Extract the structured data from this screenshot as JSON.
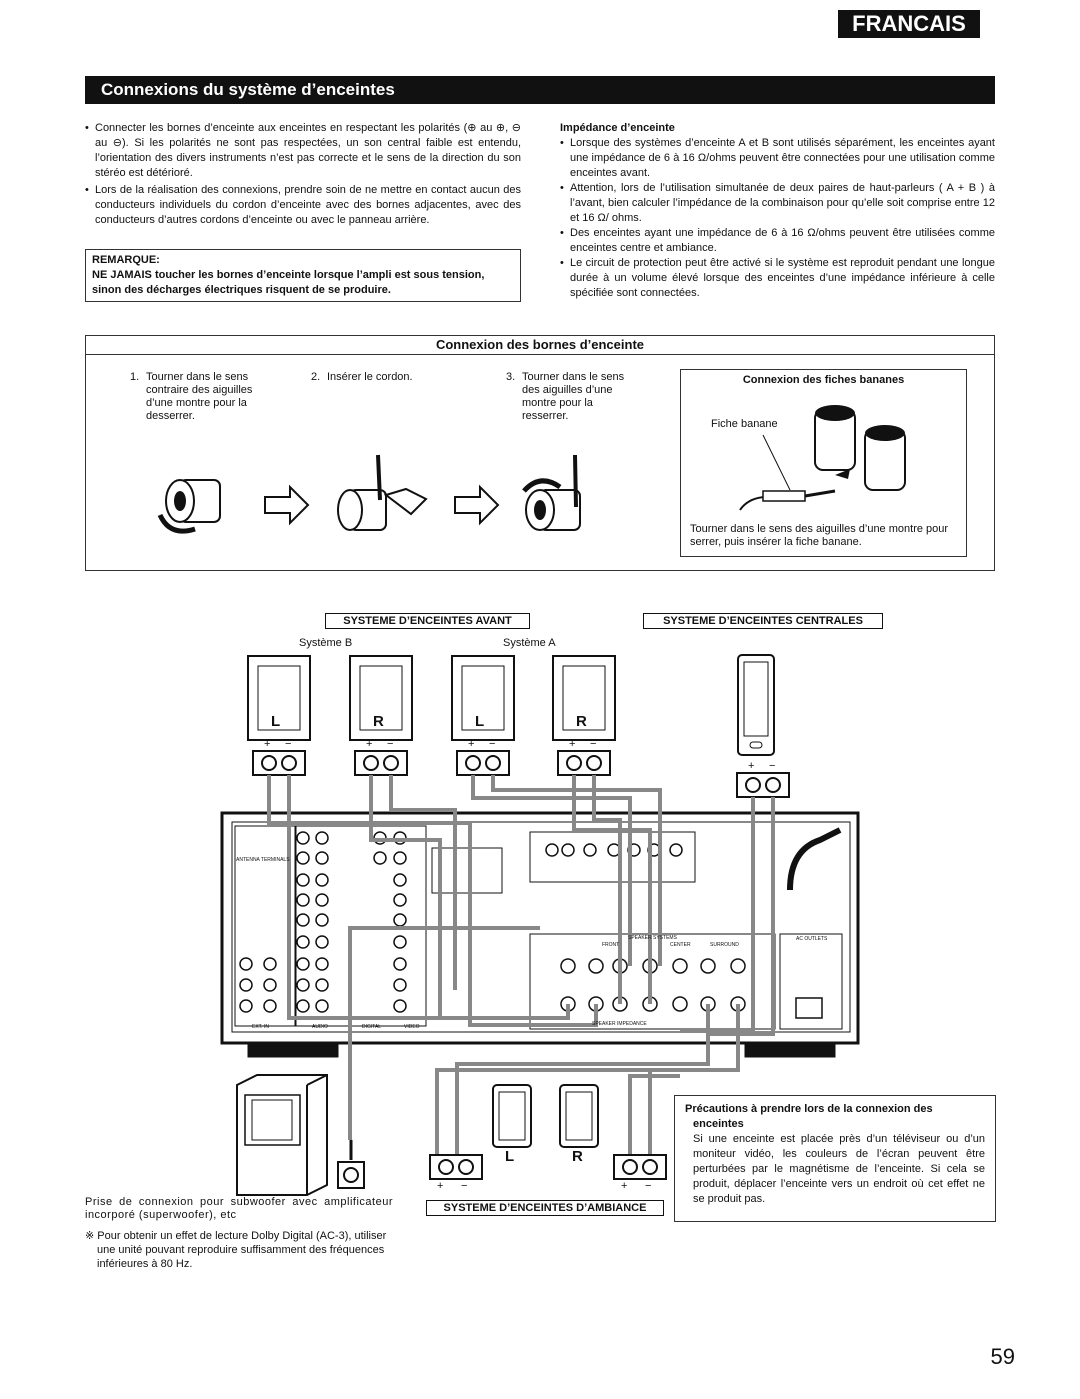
{
  "header": {
    "language_tab": "FRANCAIS",
    "section_title": "Connexions du système d’enceintes"
  },
  "left_column": {
    "bullets": [
      "Connecter les bornes d’enceinte aux enceintes en respectant les polarités (⊕ au ⊕, ⊖ au ⊖). Si les polarités ne sont pas respectées, un son central faible est entendu, l’orientation des divers instruments n’est pas correcte et le sens de la direction du son stéréo est détérioré.",
      "Lors de la réalisation des connexions, prendre soin de ne mettre en contact aucun des conducteurs individuels du cordon d’enceinte avec des bornes adjacentes, avec des conducteurs d’autres cordons d’enceinte ou avec le panneau arrière."
    ],
    "note_title": "REMARQUE:",
    "note_text": "NE JAMAIS toucher les bornes d’enceinte lorsque l’ampli est sous tension, sinon des décharges électriques risquent de se produire."
  },
  "right_column": {
    "heading": "Impédance d’enceinte",
    "bullets": [
      "Lorsque des systèmes d’enceinte A et B sont utilisés séparément, les enceintes ayant une impédance de 6 à 16 Ω/ohms peuvent être connectées pour une utilisation comme enceintes avant.",
      "Attention, lors de l’utilisation simultanée de deux paires de haut-parleurs ( A + B ) à l’avant, bien calculer l’impédance de la combinaison pour qu’elle soit comprise entre 12 et 16 Ω/ ohms.",
      "Des enceintes ayant une impédance de 6 à 16 Ω/ohms peuvent être utilisées comme enceintes centre et ambiance.",
      "Le circuit de protection peut être activé si le système est reproduit pendant une longue durée à un volume élevé lorsque des enceintes d’une impédance inférieure à celle spécifiée sont connectées."
    ]
  },
  "terminals_box": {
    "title": "Connexion des bornes d’enceinte",
    "steps": [
      {
        "num": "1.",
        "text": "Tourner dans le sens contraire des aiguilles d’une montre pour la desserrer."
      },
      {
        "num": "2.",
        "text": "Insérer le cordon."
      },
      {
        "num": "3.",
        "text": "Tourner dans le sens des aiguilles d’une montre pour la resserrer."
      }
    ],
    "banana": {
      "title": "Connexion des fiches bananes",
      "plug_label": "Fiche banane",
      "caption": "Tourner dans le sens des aiguilles d’une montre pour serrer, puis insérer la fiche banane."
    }
  },
  "diagram": {
    "front_header": "SYSTEME D’ENCEINTES AVANT",
    "center_header": "SYSTEME D’ENCEINTES CENTRALES",
    "surround_header": "SYSTEME D’ENCEINTES D’AMBIANCE",
    "system_b": "Système B",
    "system_a": "Système A",
    "left": "L",
    "right": "R",
    "plus": "+",
    "minus": "−",
    "subwoofer_caption": "Prise de connexion pour subwoofer avec amplificateur incorporé (superwoofer), etc",
    "dolby_note": "※ Pour obtenir un effet de lecture Dolby Digital (AC-3), utiliser une unité pouvant reproduire suffisamment des fréquences inférieures à 80 Hz.",
    "precaution_title": "Précautions à prendre lors de la connexion des enceintes",
    "precaution_text": "Si une enceinte est placée près d’un téléviseur ou d’un moniteur vidéo, les couleurs de l’écran peuvent être perturbées par le magnétisme de l’enceinte. Si cela se produit, déplacer l’enceinte vers un endroit où cet effet ne se produit pas.",
    "panel_labels": {
      "antenna": "ANTENNA TERMINALS",
      "ext_in": "EXT. IN",
      "audio": "AUDIO",
      "digital": "DIGITAL",
      "video": "VIDEO",
      "speaker_systems": "SPEAKER SYSTEMS",
      "front": "FRONT",
      "center": "CENTER",
      "surround": "SURROUND",
      "ac_outlets": "AC OUTLETS",
      "speaker_impedance": "SPEAKER IMPEDANCE"
    }
  },
  "page_number": "59"
}
